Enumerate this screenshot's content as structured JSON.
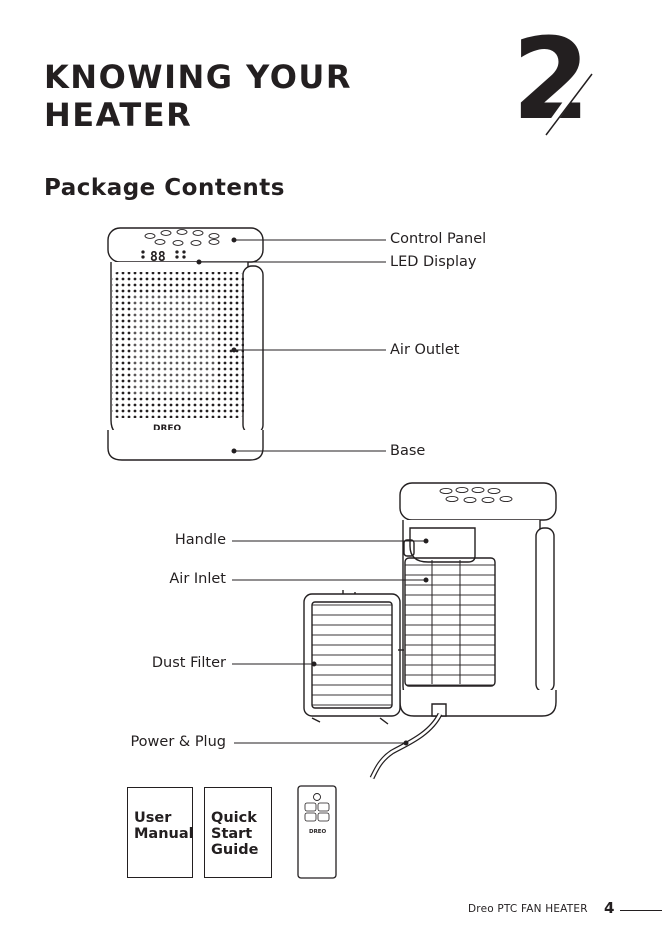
{
  "header": {
    "title_line1": "KNOWING YOUR",
    "title_line2": "HEATER",
    "chapter_number": "2"
  },
  "section_title": "Package Contents",
  "callouts": {
    "control_panel": "Control Panel",
    "led_display": "LED Display",
    "air_outlet": "Air Outlet",
    "base": "Base",
    "handle": "Handle",
    "air_inlet": "Air Inlet",
    "dust_filter": "Dust Filter",
    "power_plug": "Power & Plug"
  },
  "heater_brand": "DREO",
  "documents": {
    "user_manual": "User\nManual",
    "quick_start": "Quick\nStart\nGuide"
  },
  "remote_brand": "DREO",
  "footer": {
    "product": "Dreo PTC FAN HEATER",
    "page": "4"
  },
  "colors": {
    "ink": "#231f20",
    "background": "#ffffff"
  }
}
